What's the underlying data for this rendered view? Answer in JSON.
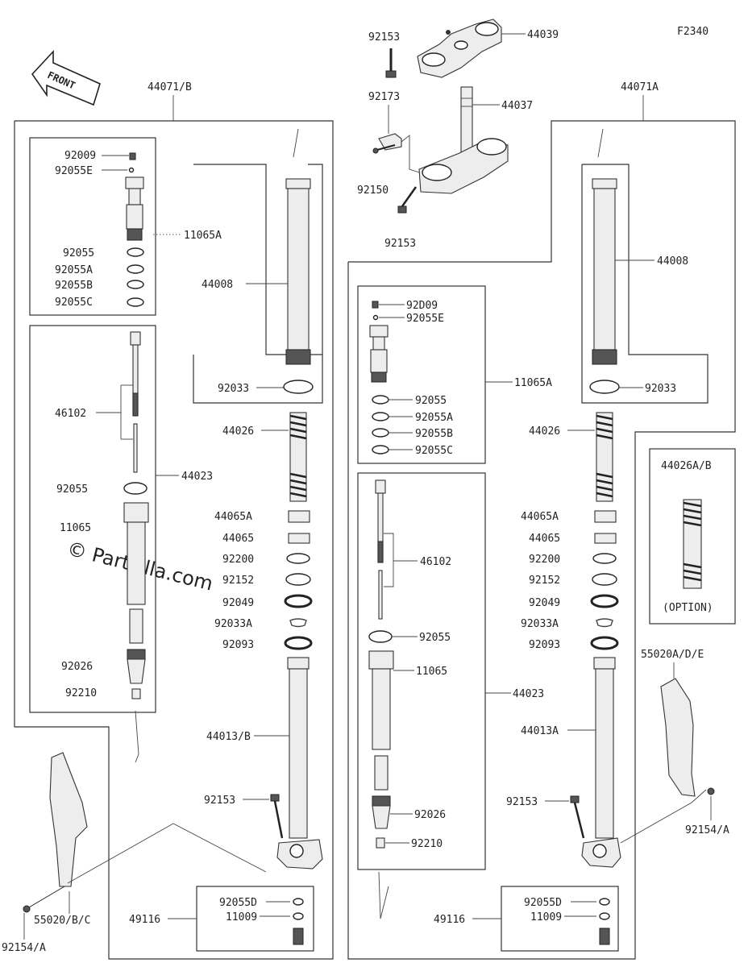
{
  "diagram": {
    "code": "F2340",
    "front_label": "FRONT",
    "watermark": "© Partzilla.com",
    "parts": {
      "p44039": "44039",
      "p92153_top": "92153",
      "p92173": "92173",
      "p44037": "44037",
      "p92150": "92150",
      "p92153_clamp": "92153",
      "p44071B": "44071/B",
      "p44071A": "44071A",
      "L_92009": "92009",
      "L_92055E": "92055E",
      "L_11065A": "11065A",
      "L_92055": "92055",
      "L_92055A": "92055A",
      "L_92055B": "92055B",
      "L_92055C": "92055C",
      "L_46102": "46102",
      "L_44023": "44023",
      "L_92055_b": "92055",
      "L_11065": "11065",
      "L_92026": "92026",
      "L_92210": "92210",
      "L_44008": "44008",
      "L_92033": "92033",
      "L_44026": "44026",
      "L_44065A": "44065A",
      "L_44065": "44065",
      "L_92200": "92200",
      "L_92152": "92152",
      "L_92049": "92049",
      "L_92033A": "92033A",
      "L_92093": "92093",
      "L_44013B": "44013/B",
      "L_92153": "92153",
      "L_92055D": "92055D",
      "L_11009": "11009",
      "L_49116": "49116",
      "L_55020BC": "55020/B/C",
      "L_92154A": "92154/A",
      "R_92009": "92D09",
      "R_92055E": "92055E",
      "R_11065A": "11065A",
      "R_92055": "92055",
      "R_92055A": "92055A",
      "R_92055B": "92055B",
      "R_92055C": "92055C",
      "R_46102": "46102",
      "R_92055_b": "92055",
      "R_11065": "11065",
      "R_44023": "44023",
      "R_92026": "92026",
      "R_92210": "92210",
      "R_44008": "44008",
      "R_92033": "92033",
      "R_44026": "44026",
      "R_44065A": "44065A",
      "R_44065": "44065",
      "R_92200": "92200",
      "R_92152": "92152",
      "R_92049": "92049",
      "R_92033A": "92033A",
      "R_92093": "92093",
      "R_44013A": "44013A",
      "R_92153": "92153",
      "R_92055D": "92055D",
      "R_11009": "11009",
      "R_49116": "49116",
      "R_44026AB": "44026A/B",
      "R_option": "(OPTION)",
      "R_55020ADE": "55020A/D/E",
      "R_92154A": "92154/A"
    }
  }
}
